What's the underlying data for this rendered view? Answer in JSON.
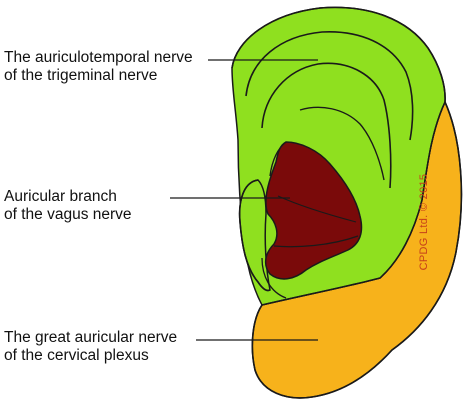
{
  "labels": {
    "auriculotemporal": {
      "line1": "The auriculotemporal nerve",
      "line2": "of the trigeminal nerve"
    },
    "vagus": {
      "line1": "Auricular branch",
      "line2": "of the vagus nerve"
    },
    "great_auricular": {
      "line1": "The great auricular nerve",
      "line2": "of the cervical plexus"
    }
  },
  "watermark": "CPDG Ltd. © 2015",
  "colors": {
    "auriculotemporal_region": "#8fe01f",
    "vagus_region": "#7a0a0a",
    "great_auricular_region": "#f7b21b",
    "outline": "#1a1a1a",
    "watermark": "#c7411a"
  }
}
